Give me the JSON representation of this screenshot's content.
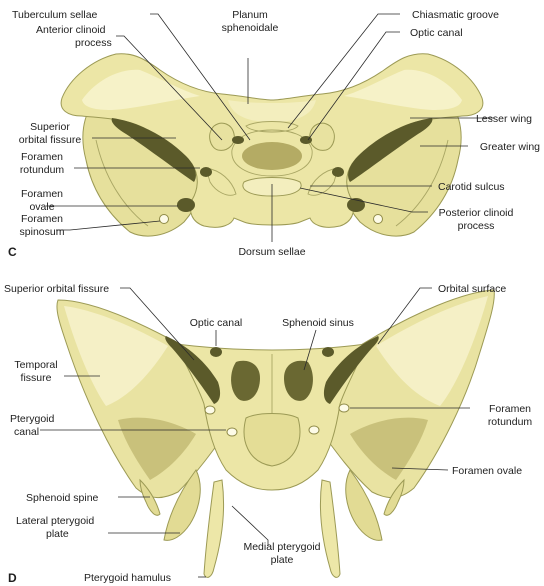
{
  "colors": {
    "bone": "#ece6a6",
    "bone_light": "#f6f2c8",
    "bone_shadow": "#cdc580",
    "bone_deep": "#a9a25a",
    "cavity": "#5b5a2a",
    "leader": "#2a2a2a",
    "text": "#1e1e1e"
  },
  "panel_c": {
    "letter": "C",
    "labels": {
      "tuberculum_sellae": "Tuberculum sellae",
      "planum_line1": "Planum",
      "planum_line2": "sphenoidale",
      "chiasmatic_groove": "Chiasmatic groove",
      "anterior_clinoid_line1": "Anterior clinoid",
      "anterior_clinoid_line2": "process",
      "optic_canal": "Optic canal",
      "lesser_wing": "Lesser wing",
      "superior_orbital_line1": "Superior",
      "superior_orbital_line2": "orbital fissure",
      "greater_wing": "Greater wing",
      "foramen_rotundum_line1": "Foramen",
      "foramen_rotundum_line2": "rotundum",
      "carotid_sulcus": "Carotid sulcus",
      "foramen_ovale_line1": "Foramen",
      "foramen_ovale_line2": "ovale",
      "posterior_clinoid_line1": "Posterior clinoid",
      "posterior_clinoid_line2": "process",
      "foramen_spinosum_line1": "Foramen",
      "foramen_spinosum_line2": "spinosum",
      "dorsum_sellae": "Dorsum sellae"
    }
  },
  "panel_d": {
    "letter": "D",
    "labels": {
      "superior_orbital_fissure": "Superior orbital fissure",
      "orbital_surface": "Orbital surface",
      "optic_canal": "Optic canal",
      "sphenoid_sinus": "Sphenoid sinus",
      "temporal_line1": "Temporal",
      "temporal_line2": "fissure",
      "foramen_rotundum_line1": "Foramen",
      "foramen_rotundum_line2": "rotundum",
      "pterygoid_canal_line1": "Pterygoid",
      "pterygoid_canal_line2": "canal",
      "foramen_ovale": "Foramen ovale",
      "sphenoid_spine": "Sphenoid spine",
      "lateral_pterygoid_line1": "Lateral pterygoid",
      "lateral_pterygoid_line2": "plate",
      "medial_pterygoid_line1": "Medial pterygoid",
      "medial_pterygoid_line2": "plate",
      "pterygoid_hamulus": "Pterygoid hamulus"
    }
  }
}
